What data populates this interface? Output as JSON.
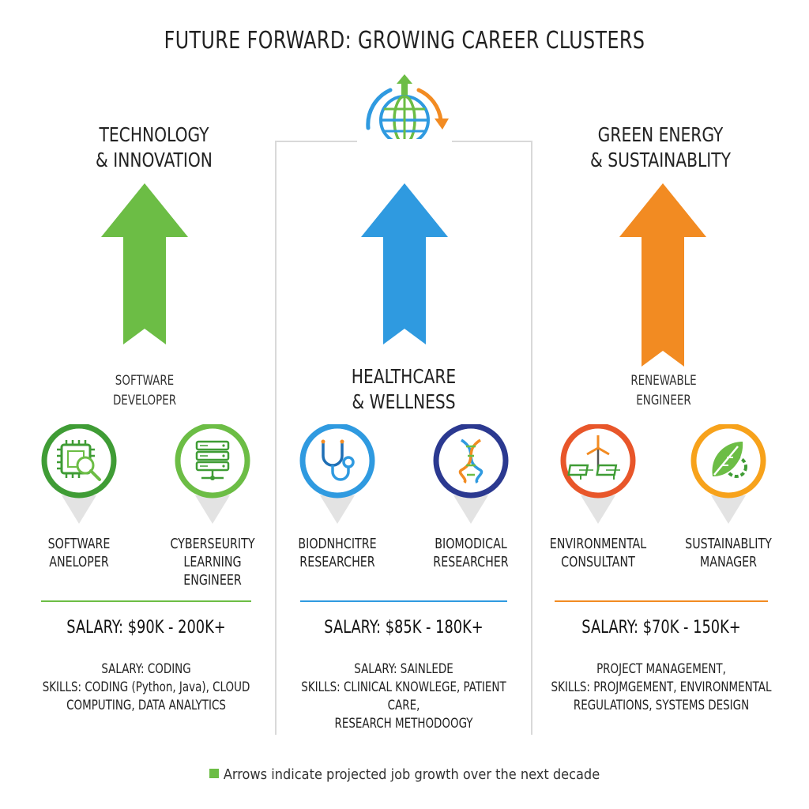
{
  "title": "FUTURE FORWARD: GROWING CAREER CLUSTERS",
  "colors": {
    "green": "#6cbd45",
    "green_dark": "#3f9c35",
    "blue": "#2f9ae0",
    "navy": "#2b3990",
    "orange": "#f28b22",
    "red_orange": "#e8562a",
    "yellow_orange": "#f7a21b"
  },
  "columns": [
    {
      "title_line1": "TECHNOLOGY",
      "title_line2": "& INNOVATION",
      "mid_label_line1": "SOFTWARE",
      "mid_label_line2": "DEVELOPER",
      "pins": [
        {
          "icon": "chip-magnifier-icon",
          "label_line1": "SOFTWARE",
          "label_line2": "ANELOPER",
          "label_line3": ""
        },
        {
          "icon": "server-icon",
          "label_line1": "CYBERSEURITY",
          "label_line2": "LEARNING",
          "label_line3": "ENGINEER"
        }
      ],
      "salary": "SALARY: $90K - 200K+",
      "skills_line1": "SALARY: CODING",
      "skills_line2": "SKILLS: CODING (Python, Java), CLOUD",
      "skills_line3": "COMPUTING, DATA ANALYTICS"
    },
    {
      "title_line1": "HEALTHCARE",
      "title_line2": "& WELLNESS",
      "pins": [
        {
          "icon": "stethoscope-icon",
          "label_line1": "BIODNHCITRE",
          "label_line2": "RESEARCHER",
          "label_line3": ""
        },
        {
          "icon": "dna-icon",
          "label_line1": "BIOMODICAL",
          "label_line2": "RESEARCHER",
          "label_line3": ""
        }
      ],
      "salary": "SALARY: $85K - 180K+",
      "skills_line1": "SALARY: SAINLEDE",
      "skills_line2": "SKILLS: CLINICAL KNOWLEGE, PATIENT CARE,",
      "skills_line3": "RESEARCH METHODOOGY"
    },
    {
      "title_line1": "GREEN ENERGY",
      "title_line2": "& SUSTAINABLITY",
      "mid_label_line1": "RENEWABLE",
      "mid_label_line2": "ENGINEER",
      "pins": [
        {
          "icon": "wind-solar-icon",
          "label_line1": "ENVIRONMENTAL",
          "label_line2": "CONSULTANT",
          "label_line3": ""
        },
        {
          "icon": "leaf-gear-icon",
          "label_line1": "SUSTAINABLITY",
          "label_line2": "MANAGER",
          "label_line3": ""
        }
      ],
      "salary": "SALARY: $70K - 150K+",
      "skills_line1": "PROJECT MANAGEMENT,",
      "skills_line2": "SKILLS: PROJMGEMENT, ENVIRONMENTAL",
      "skills_line3": "REGULATIONS, SYSTEMS DESIGN"
    }
  ],
  "footnote": "Arrows indicate projected job growth over the next decade"
}
